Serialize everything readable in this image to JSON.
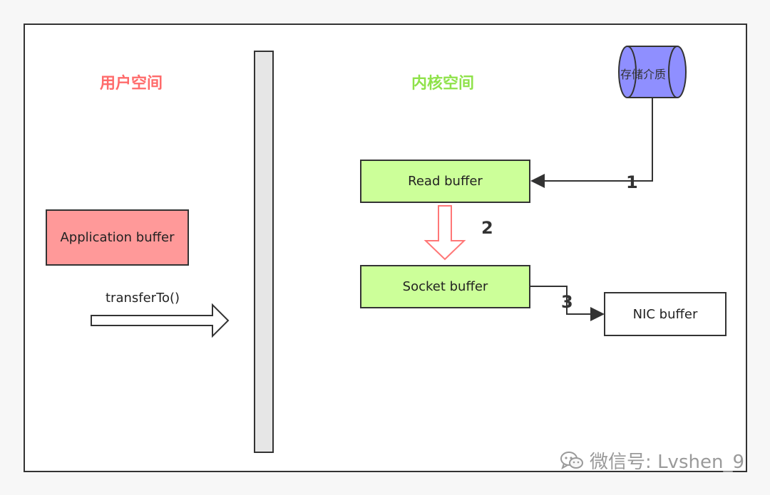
{
  "diagram": {
    "user_space_label": "用户空间",
    "kernel_space_label": "内核空间",
    "storage_label": "存储介质",
    "application_buffer_label": "Application buffer",
    "transfer_call_label": "transferTo()",
    "read_buffer_label": "Read buffer",
    "socket_buffer_label": "Socket buffer",
    "nic_buffer_label": "NIC buffer",
    "step1": "1",
    "step2": "2",
    "step3": "3",
    "colors": {
      "user_space": "#ff6b6b",
      "kernel_space": "#8fe24a",
      "storage_fill": "#8f8fff",
      "application_buffer_fill": "#ff9999",
      "kernel_buffer_fill": "#ccff99",
      "divider_fill": "#e6e6e6",
      "step2_arrow": "#ff7777"
    }
  },
  "watermark": {
    "icon": "wechat-icon",
    "text": "微信号: Lvshen_9"
  }
}
